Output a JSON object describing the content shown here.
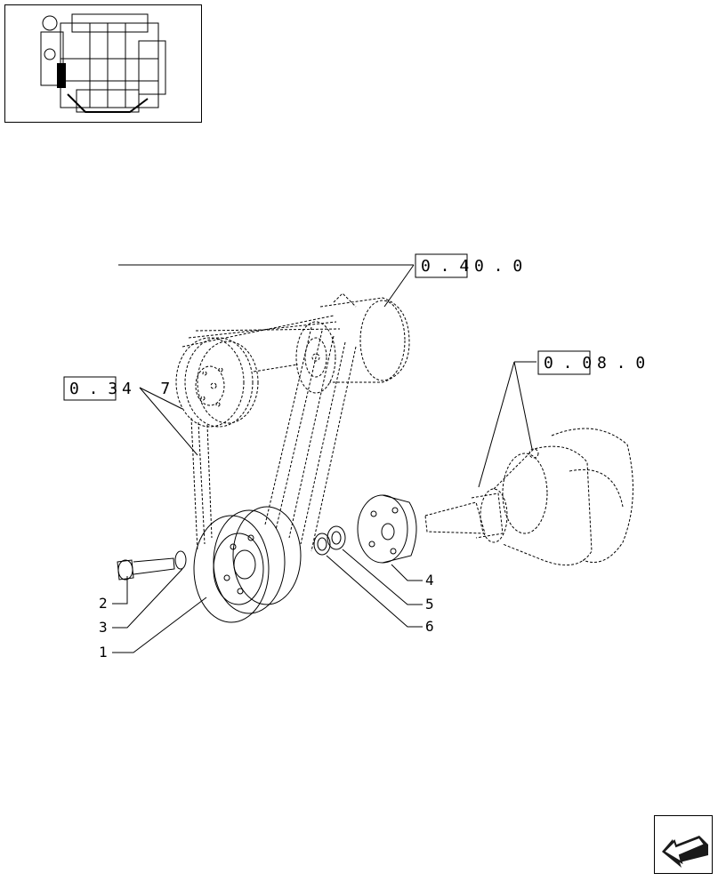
{
  "page": {
    "page_ref": ""
  },
  "reference_boxes": [
    {
      "boxed": "0 . 4",
      "rest": "0 . 0"
    },
    {
      "boxed": "0 . 0",
      "rest": "8 . 0"
    },
    {
      "boxed": "0 . 3",
      "rest": "4   7"
    }
  ],
  "callouts": [
    "2",
    "3",
    "1",
    "4",
    "5",
    "6"
  ],
  "colors": {
    "line": "#000000",
    "background": "#ffffff",
    "icon_fill": "#1a1a1a"
  },
  "icons": {
    "next_page": "arrow-left-icon",
    "thumbnail": "engine-thumbnail-icon"
  }
}
